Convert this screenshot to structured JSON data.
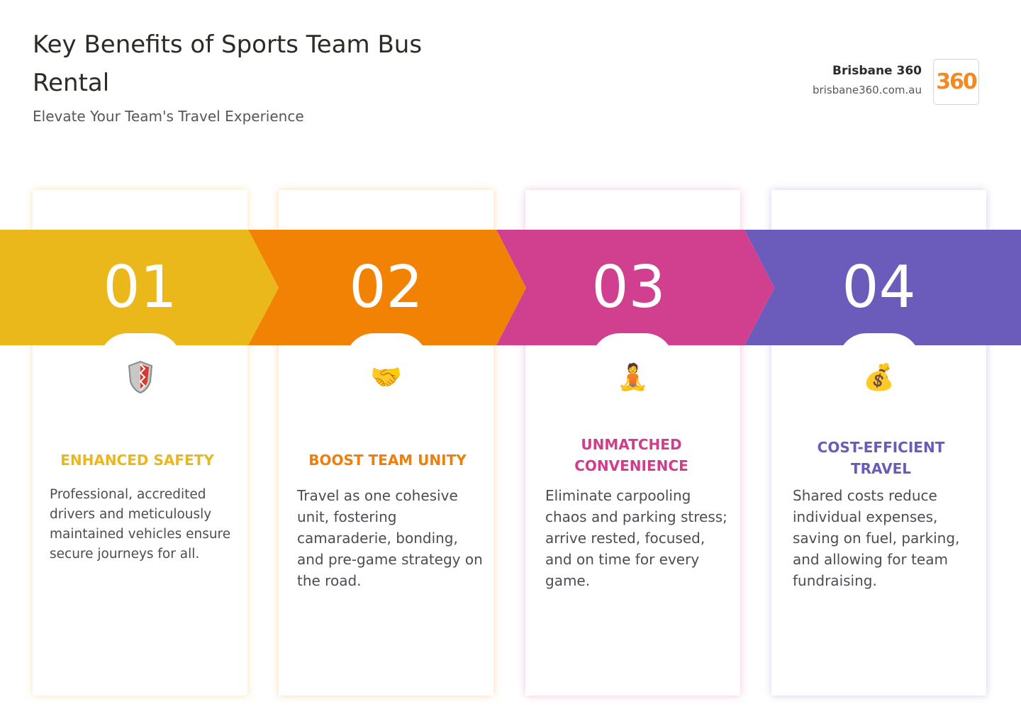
{
  "header": {
    "title": "Key Benefits of Sports Team Bus Rental",
    "subtitle": "Elevate Your Team's Travel Experience"
  },
  "brand": {
    "name": "Brisbane 360",
    "url": "brisbane360.com.au",
    "logo_text": "360"
  },
  "colors": {
    "yellow": "#ebb81c",
    "orange": "#f28204",
    "pink": "#d13f8f",
    "purple": "#6b5cbc"
  },
  "benefits": [
    {
      "number": "01",
      "icon": "shield-icon",
      "title": "ENHANCED SAFETY",
      "text": "Professional, accredited drivers and meticulously maintained vehicles ensure secure journeys for all."
    },
    {
      "number": "02",
      "icon": "handshake-icon",
      "title": "BOOST TEAM UNITY",
      "text": "Travel as one cohesive unit, fostering camaraderie, bonding, and pre-game strategy on the road."
    },
    {
      "number": "03",
      "icon": "lotus-meditation-icon",
      "title": "UNMATCHED CONVENIENCE",
      "text": "Eliminate carpooling chaos and parking stress; arrive rested, focused, and on time for every game."
    },
    {
      "number": "04",
      "icon": "money-bag-icon",
      "title": "COST-EFFICIENT TRAVEL",
      "text": "Shared costs reduce individual expenses, saving on fuel, parking, and allowing for team fundraising."
    }
  ]
}
